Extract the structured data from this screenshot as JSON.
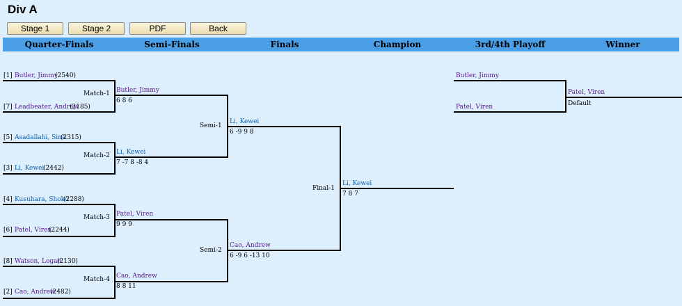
{
  "page": {
    "title": "Div A"
  },
  "toolbar": {
    "buttons": [
      "Stage 1",
      "Stage 2",
      "PDF",
      "Back"
    ]
  },
  "columns": [
    "Quarter-Finals",
    "Semi-Finals",
    "Finals",
    "Champion",
    "3rd/4th Playoff",
    "Winner"
  ],
  "quarter_finals": [
    {
      "seed": "[1]",
      "name": "Butler, Jimmy",
      "rating": "(2540)"
    },
    {
      "seed": "[7]",
      "name": "Leadbeater, Andrew",
      "rating": "(2185)"
    },
    {
      "seed": "[5]",
      "name": "Asadallahi, Sina",
      "rating": "(2315)"
    },
    {
      "seed": "[3]",
      "name": "Li, Kewei",
      "rating": "(2442)"
    },
    {
      "seed": "[4]",
      "name": "Kusuhara, Shoko",
      "rating": "(2288)"
    },
    {
      "seed": "[6]",
      "name": "Patel, Viren",
      "rating": "(2244)"
    },
    {
      "seed": "[8]",
      "name": "Watson, Logan",
      "rating": "(2130)"
    },
    {
      "seed": "[2]",
      "name": "Cao, Andrew",
      "rating": "(2482)"
    }
  ],
  "matches": [
    {
      "label": "Match-1",
      "winner": "Butler, Jimmy",
      "score": "6 8 6"
    },
    {
      "label": "Match-2",
      "winner": "Li, Kewei",
      "score": "7 -7 8 -8 4"
    },
    {
      "label": "Match-3",
      "winner": "Patel, Viren",
      "score": "9 9 9"
    },
    {
      "label": "Match-4",
      "winner": "Cao, Andrew",
      "score": "8 8 11"
    }
  ],
  "semis": [
    {
      "label": "Semi-1",
      "winner": "Li, Kewei",
      "score": "6 -9 9 8"
    },
    {
      "label": "Semi-2",
      "winner": "Cao, Andrew",
      "score": "6 -9 6 -13 10"
    }
  ],
  "final": {
    "label": "Final-1",
    "winner": "Li, Kewei",
    "score": "7 8 7"
  },
  "playoff": {
    "player_a": "Butler, Jimmy",
    "player_b": "Patel, Viren",
    "winner": "Patel, Viren",
    "result": "Default"
  }
}
